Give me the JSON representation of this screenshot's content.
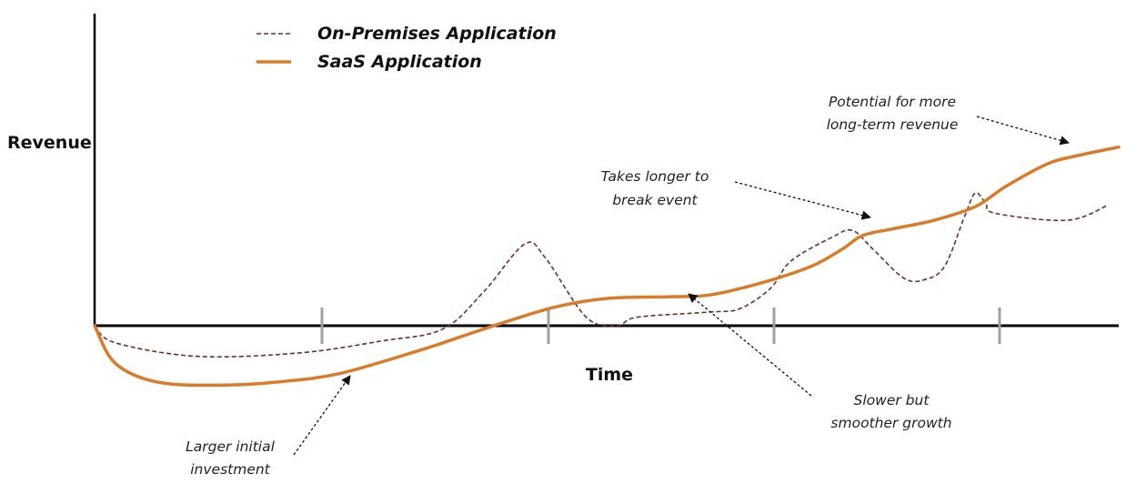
{
  "chart_data": {
    "type": "line",
    "title": "",
    "xlabel": "Time",
    "ylabel": "Revenue",
    "grid": false,
    "legend_position": "top-left",
    "colors": {
      "on_premises": "#6b2e2e",
      "saas": "#d97b29",
      "axis": "#000000",
      "tick": "#a0a0a0"
    },
    "series": [
      {
        "name": "On-Premises Application",
        "style": "dashed",
        "points": [
          [
            0,
            0
          ],
          [
            0.02,
            -0.1
          ],
          [
            0.1,
            -0.18
          ],
          [
            0.2,
            -0.16
          ],
          [
            0.28,
            -0.09
          ],
          [
            0.34,
            -0.02
          ],
          [
            0.38,
            0.2
          ],
          [
            0.42,
            0.48
          ],
          [
            0.44,
            0.4
          ],
          [
            0.48,
            0.05
          ],
          [
            0.51,
            0.0
          ],
          [
            0.53,
            0.05
          ],
          [
            0.6,
            0.08
          ],
          [
            0.63,
            0.1
          ],
          [
            0.66,
            0.22
          ],
          [
            0.68,
            0.38
          ],
          [
            0.72,
            0.52
          ],
          [
            0.74,
            0.56
          ],
          [
            0.76,
            0.45
          ],
          [
            0.79,
            0.28
          ],
          [
            0.81,
            0.27
          ],
          [
            0.83,
            0.35
          ],
          [
            0.85,
            0.65
          ],
          [
            0.86,
            0.78
          ],
          [
            0.87,
            0.72
          ],
          [
            0.88,
            0.66
          ],
          [
            0.95,
            0.62
          ],
          [
            0.99,
            0.71
          ]
        ]
      },
      {
        "name": "SaaS Application",
        "style": "solid",
        "points": [
          [
            0,
            0
          ],
          [
            0.02,
            -0.22
          ],
          [
            0.06,
            -0.33
          ],
          [
            0.12,
            -0.35
          ],
          [
            0.18,
            -0.33
          ],
          [
            0.24,
            -0.28
          ],
          [
            0.32,
            -0.14
          ],
          [
            0.36,
            -0.06
          ],
          [
            0.4,
            0.02
          ],
          [
            0.45,
            0.11
          ],
          [
            0.5,
            0.16
          ],
          [
            0.56,
            0.17
          ],
          [
            0.6,
            0.18
          ],
          [
            0.65,
            0.25
          ],
          [
            0.7,
            0.35
          ],
          [
            0.73,
            0.45
          ],
          [
            0.75,
            0.53
          ],
          [
            0.78,
            0.57
          ],
          [
            0.82,
            0.62
          ],
          [
            0.86,
            0.7
          ],
          [
            0.89,
            0.82
          ],
          [
            0.93,
            0.95
          ],
          [
            0.96,
            1.0
          ],
          [
            1.0,
            1.05
          ]
        ]
      }
    ],
    "annotations": {
      "larger_initial_1": "Larger initial",
      "larger_initial_2": "investment",
      "slower_1": "Slower but",
      "slower_2": "smoother growth",
      "takes_1": "Takes longer to",
      "takes_2": "break event",
      "potential_1": "Potential for more",
      "potential_2": "long-term revenue"
    }
  }
}
